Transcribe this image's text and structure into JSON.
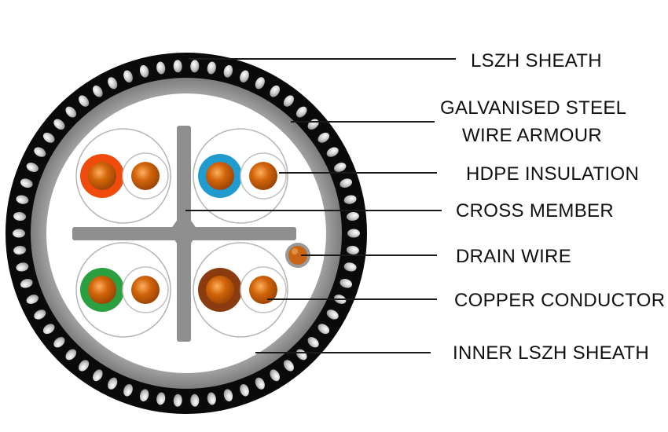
{
  "labels": {
    "lszh_sheath": "LSZH SHEATH",
    "armour_line1": "GALVANISED STEEL",
    "armour_line2": "WIRE ARMOUR",
    "hdpe_insulation": "HDPE INSULATION",
    "cross_member": "CROSS MEMBER",
    "drain_wire": "DRAIN WIRE",
    "copper_conductor": "COPPER CONDUCTOR",
    "inner_lszh_sheath": "INNER LSZH SHEATH"
  },
  "colors": {
    "outer_sheath": "#0a0a0a",
    "armour_wire": "#c8c8c8",
    "inner_sheath": "#9a9a9a",
    "cross_member": "#8f8f8f",
    "copper": "#d2650a",
    "pair_orange": "#f04a0c",
    "pair_blue": "#1f9bd0",
    "pair_green": "#2aa040",
    "pair_brown": "#8a3c10",
    "drain_wire": "#c96414"
  },
  "pairs": [
    {
      "position": "top-left",
      "color_name": "orange"
    },
    {
      "position": "top-right",
      "color_name": "blue"
    },
    {
      "position": "bottom-left",
      "color_name": "green"
    },
    {
      "position": "bottom-right",
      "color_name": "brown"
    }
  ]
}
